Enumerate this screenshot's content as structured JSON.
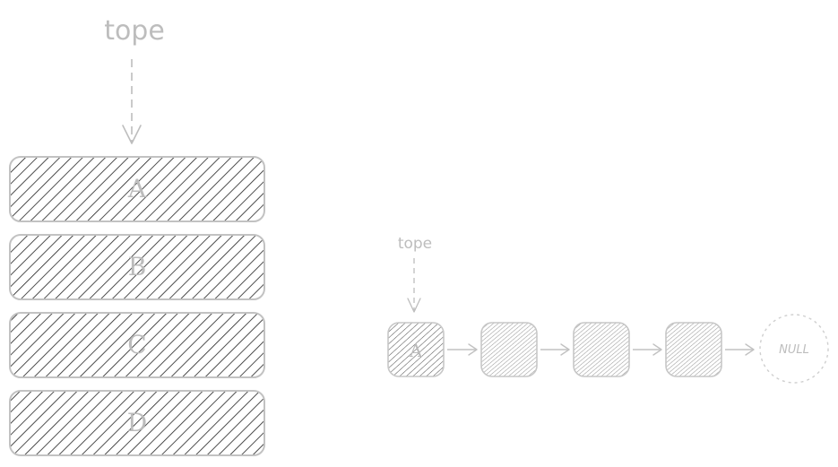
{
  "stack": {
    "pointer_label": "tope",
    "items": [
      "A",
      "B",
      "C",
      "D"
    ]
  },
  "list": {
    "pointer_label": "tope",
    "nodes": [
      "A",
      "",
      "",
      ""
    ],
    "terminator": "NULL"
  },
  "colors": {
    "stroke": "#bdbdbd",
    "hatch_dark": "#222222",
    "hatch_light": "#9a9a9a",
    "text": "#bcbcbc"
  }
}
